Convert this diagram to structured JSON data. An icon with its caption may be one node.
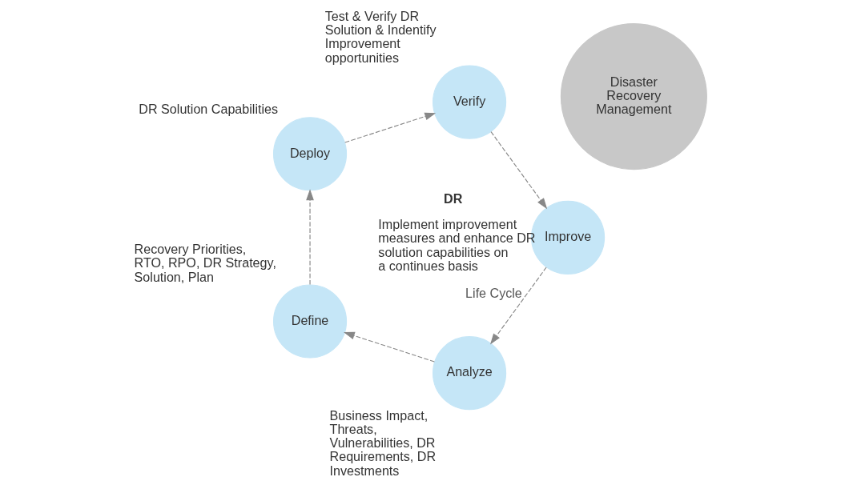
{
  "diagram": {
    "nodes": [
      {
        "text": [
          "Disaster Recovery Management"
        ]
      },
      {
        "text": [
          "Analyze"
        ],
        "beside": [
          "Business Impact, Threats, Vulnerabilities, DR Requirements, DR Investments"
        ]
      },
      {
        "text": [
          "Define"
        ],
        "beside": [
          "Recovery Priorities, RTO, RPO, DR Strategy, Solution, Plan"
        ]
      },
      {
        "text": [
          "Deploy"
        ],
        "beside": [
          "DR Solution Capabilities"
        ]
      },
      {
        "text": [
          "Verify"
        ],
        "beside": [
          "Test & Verify DR Solution & Indentify Improvement opportunities"
        ]
      },
      {
        "text": [
          "Improve"
        ],
        "beside": [
          "Implement improvement measures and enhance DR solution capabilities on a continues basis"
        ]
      }
    ],
    "edges": [
      {
        "from": 5,
        "to": 1,
        "arrow": "to",
        "label": "Life Cycle",
        "style": "dashed"
      },
      {
        "from": 1,
        "to": 2,
        "arrow": "to",
        "style": "dashed"
      },
      {
        "from": 2,
        "to": 3,
        "arrow": "to",
        "style": "dashed"
      },
      {
        "from": 3,
        "to": 4,
        "arrow": "to",
        "style": "dashed"
      },
      {
        "from": 4,
        "to": 5,
        "arrow": "to",
        "style": "dashed"
      }
    ],
    "labels": [
      "DR"
    ]
  }
}
